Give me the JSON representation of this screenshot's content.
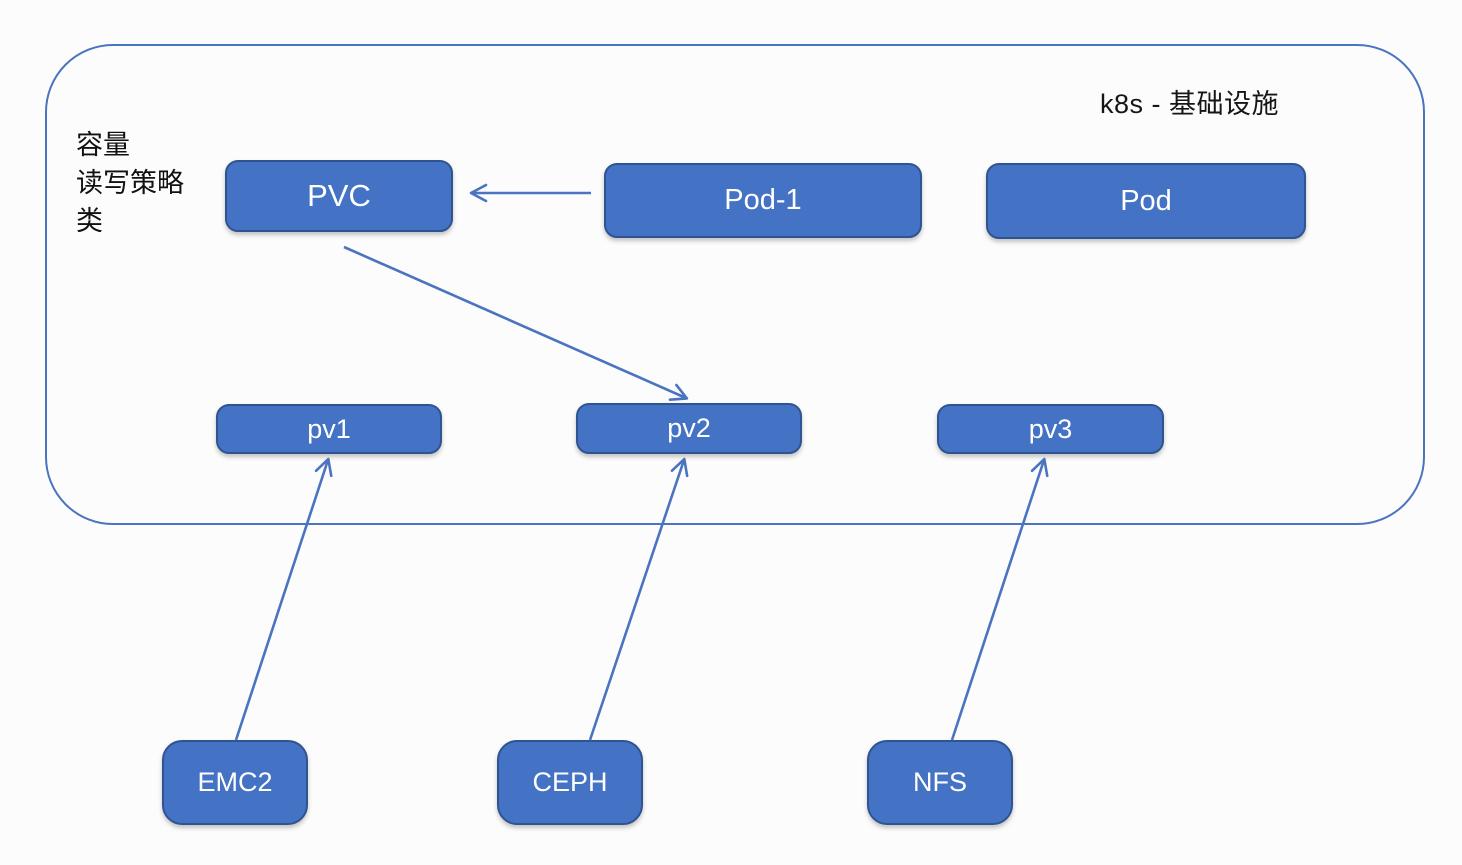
{
  "diagram": {
    "container_title": "k8s - 基础设施",
    "side_note_lines": [
      "容量",
      "读写策略",
      "类"
    ],
    "nodes": {
      "pvc": "PVC",
      "pod1": "Pod-1",
      "pod": "Pod",
      "pv1": "pv1",
      "pv2": "pv2",
      "pv3": "pv3",
      "emc2": "EMC2",
      "ceph": "CEPH",
      "nfs": "NFS"
    },
    "edges": [
      {
        "from": "Pod-1",
        "to": "PVC"
      },
      {
        "from": "PVC",
        "to": "pv2"
      },
      {
        "from": "EMC2",
        "to": "pv1"
      },
      {
        "from": "CEPH",
        "to": "pv2"
      },
      {
        "from": "NFS",
        "to": "pv3"
      }
    ],
    "colors": {
      "node_fill": "#4472c4",
      "node_border": "#30548f",
      "node_text": "#ffffff",
      "line": "#4a74bf",
      "title_text": "#161616"
    }
  }
}
